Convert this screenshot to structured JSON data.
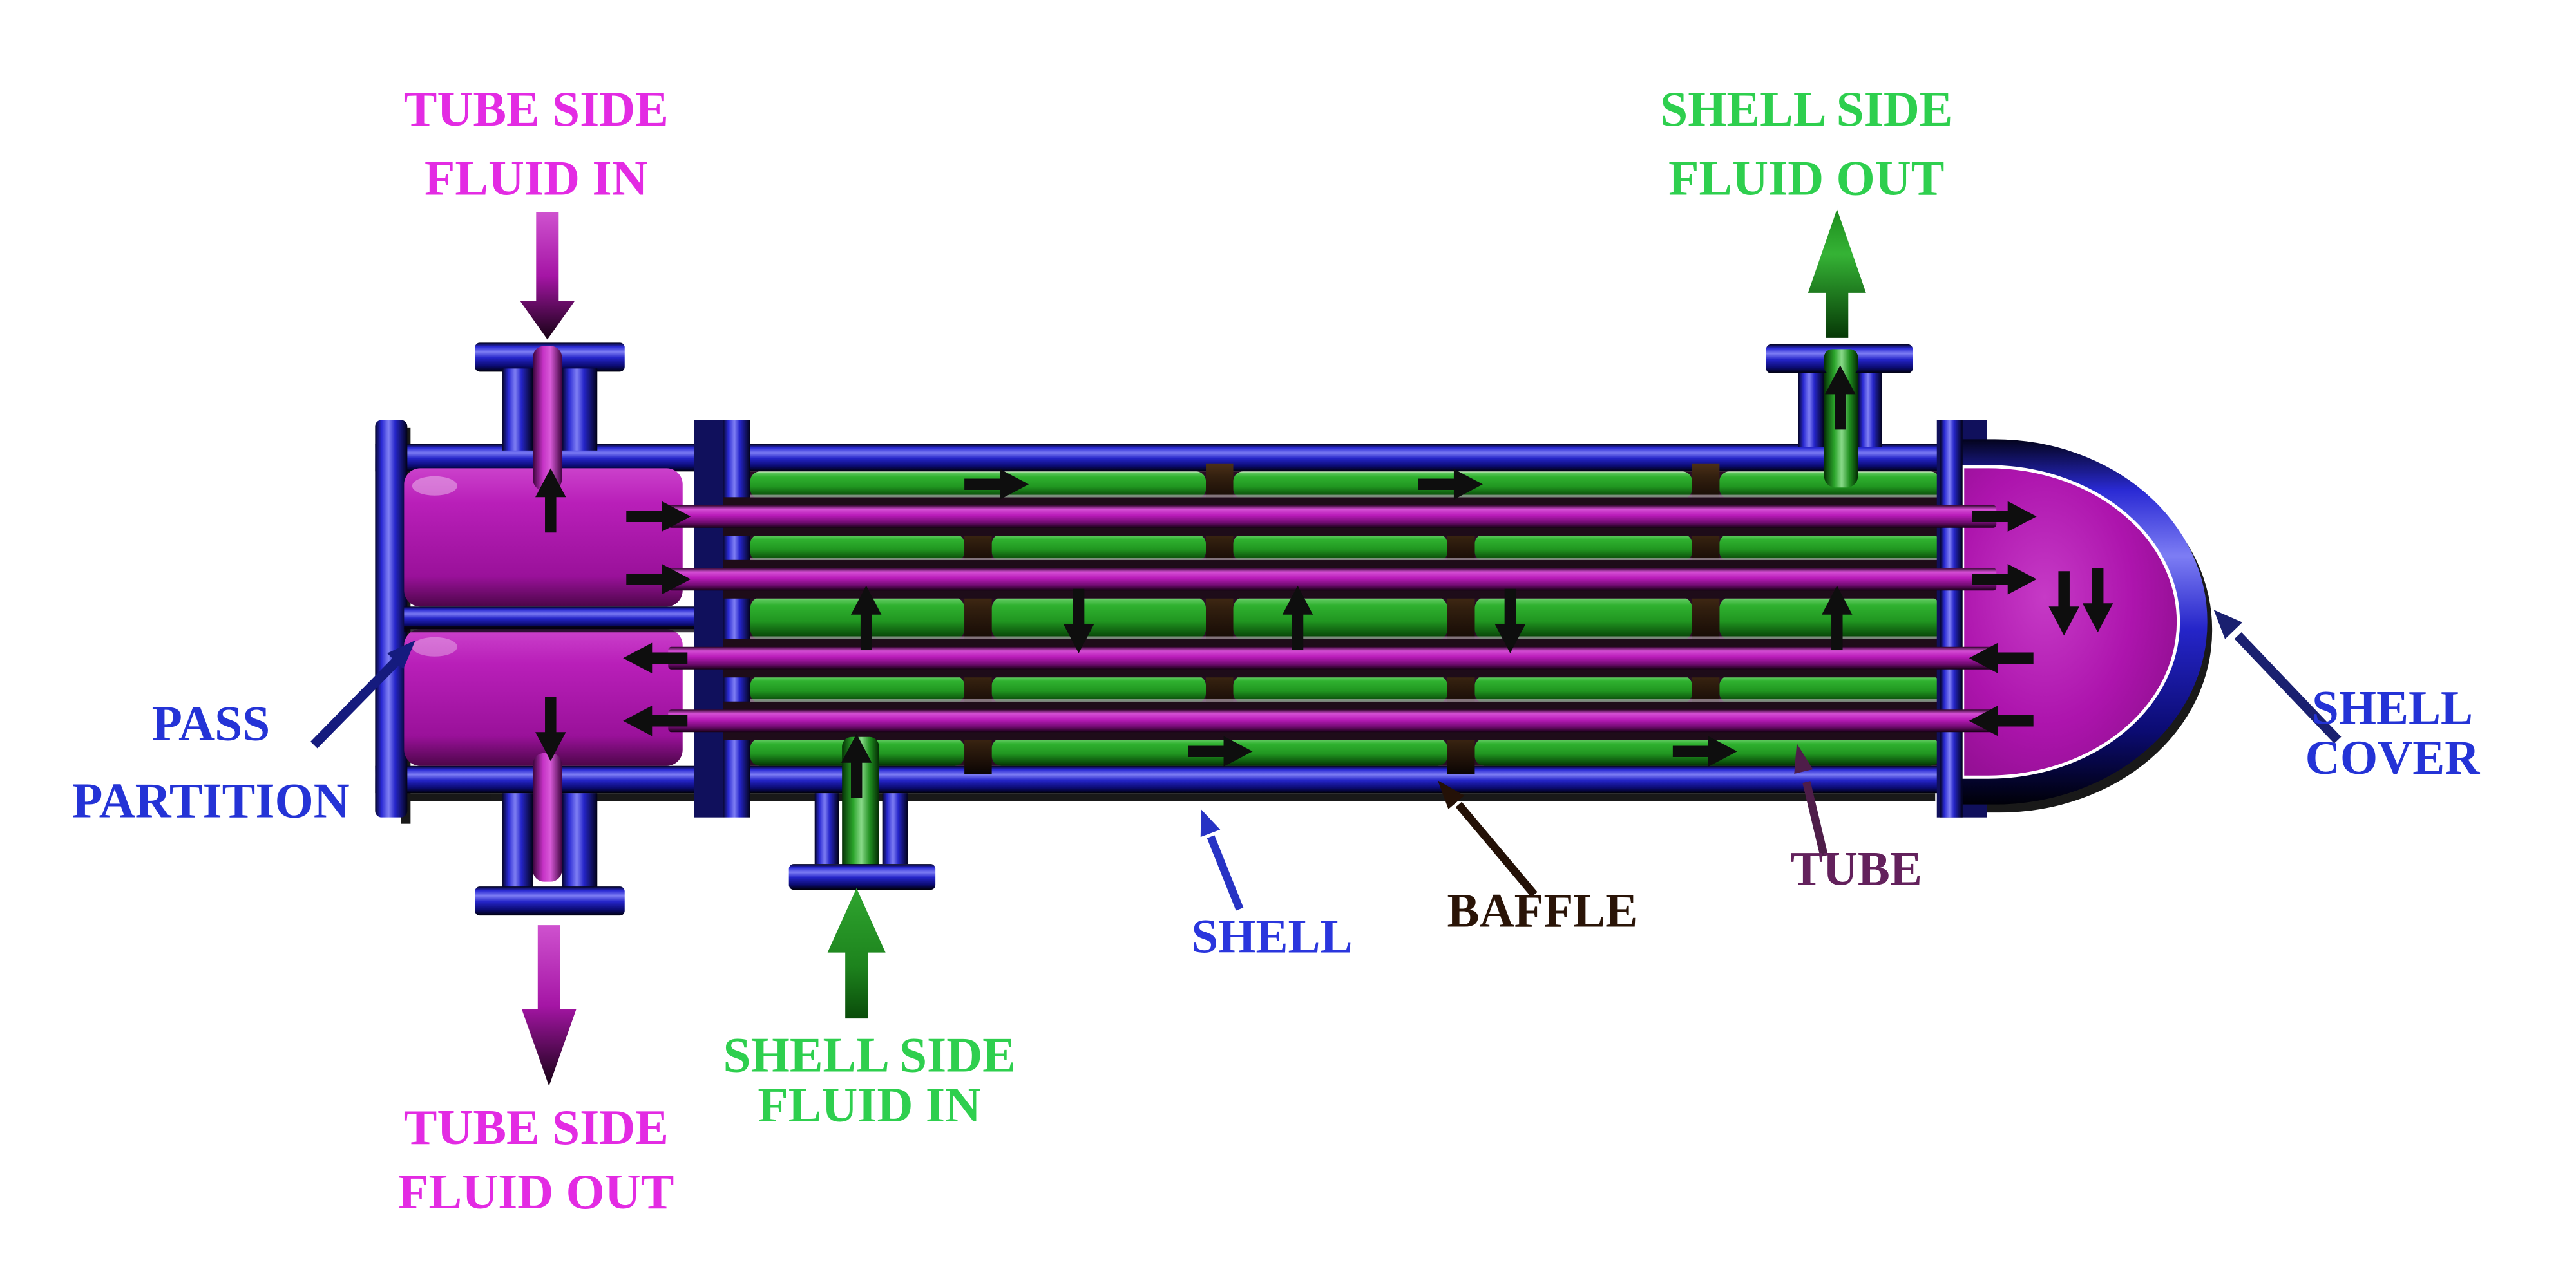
{
  "diagram": {
    "subject": "shell-and-tube-heat-exchanger"
  },
  "labels": {
    "tube_side_in": {
      "line1": "TUBE SIDE",
      "line2": "FLUID IN",
      "color": "#e32be3"
    },
    "shell_side_out": {
      "line1": "SHELL SIDE",
      "line2": "FLUID OUT",
      "color": "#2ecf4e"
    },
    "pass_partition": {
      "line1": "PASS",
      "line2": "PARTITION",
      "color": "#2433d6"
    },
    "shell": {
      "text": "SHELL",
      "color": "#2a36dd"
    },
    "baffle": {
      "text": "BAFFLE",
      "color": "#2a1407"
    },
    "tube": {
      "text": "TUBE",
      "color": "#63215c"
    },
    "shell_cover": {
      "line1": "SHELL",
      "line2": "COVER",
      "color": "#2433d6"
    },
    "shell_side_in": {
      "line1": "SHELL SIDE",
      "line2": "FLUID IN",
      "color": "#2ecf4e"
    },
    "tube_side_out": {
      "line1": "TUBE SIDE",
      "line2": "FLUID OUT",
      "color": "#e32be3"
    }
  },
  "colors": {
    "background": "#ffffff",
    "shell_body_blue": "#2323c8",
    "tube_side_fluid_magenta": "#b317b3",
    "shell_side_fluid_green": "#23a223",
    "baffle_brown": "#33200f",
    "flow_arrow_black": "#0e0e0e"
  }
}
